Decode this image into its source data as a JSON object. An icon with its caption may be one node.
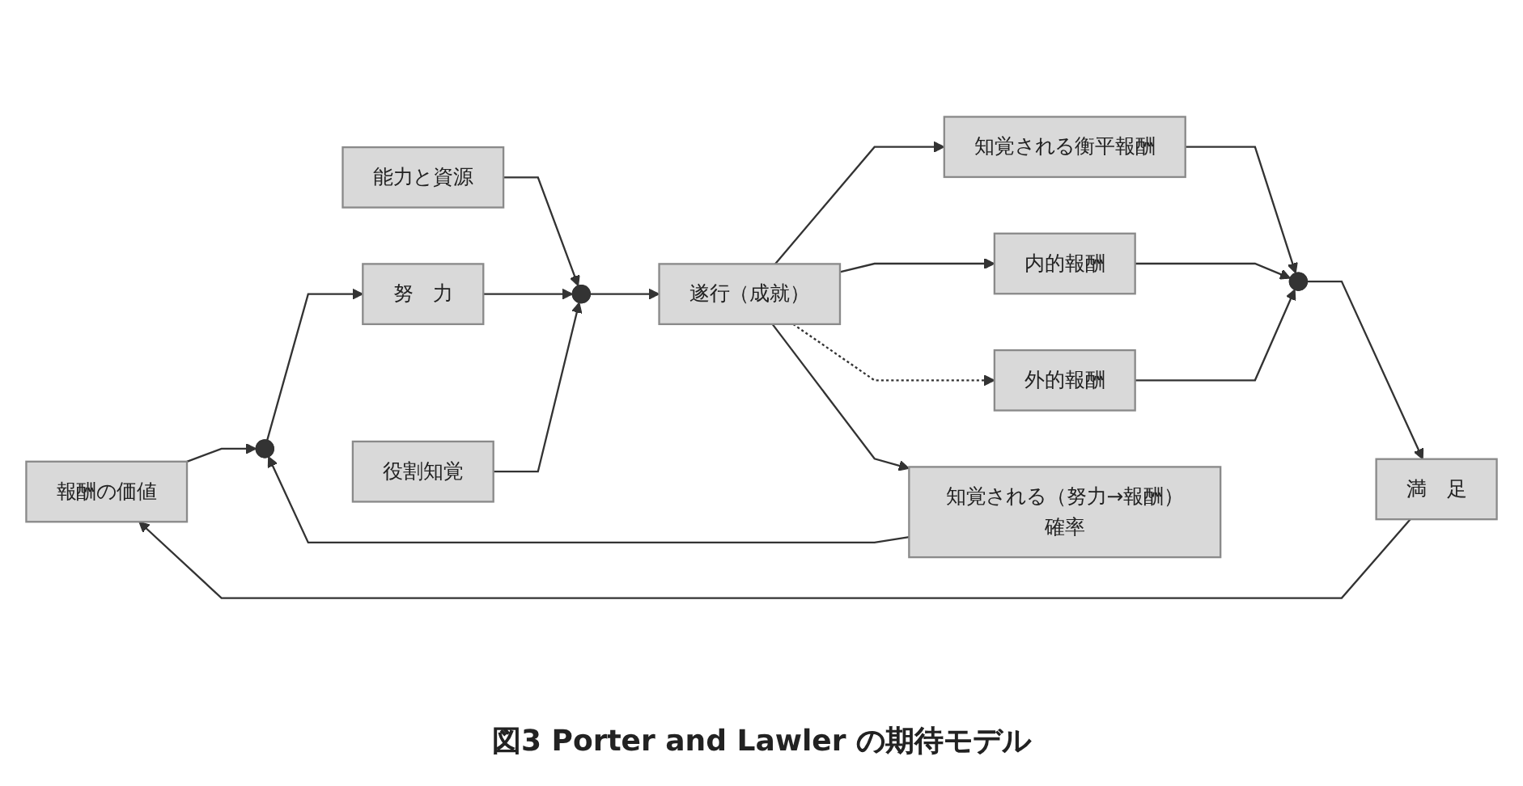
{
  "diagram": {
    "caption": "図3 Porter and Lawler の期待モデル",
    "nodes": [
      {
        "text": [
          "報酬の価値"
        ]
      },
      {
        "text": [
          "能力と資源"
        ]
      },
      {
        "text": [
          "知覚される衡平報酬"
        ]
      },
      {
        "text": [
          "内的報酬"
        ]
      },
      {
        "text": [],
        "shape": "point"
      },
      {
        "text": [
          "努　力"
        ]
      },
      {
        "text": [],
        "shape": "point"
      },
      {
        "text": [
          "遂行（成就）"
        ]
      },
      {
        "text": [],
        "shape": "point"
      },
      {
        "text": [
          "満　足"
        ]
      },
      {
        "text": [
          "知覚される（努力→報酬）確率"
        ]
      },
      {
        "text": [
          "役割知覚"
        ]
      },
      {
        "text": [
          "外的報酬"
        ]
      }
    ],
    "edges": [
      {
        "from": 0,
        "to": 4,
        "arrow": "to"
      },
      {
        "from": 10,
        "to": 4,
        "arrow": "to"
      },
      {
        "from": 4,
        "to": 5,
        "arrow": "to"
      },
      {
        "from": 1,
        "to": 6,
        "arrow": "to"
      },
      {
        "from": 11,
        "to": 6,
        "arrow": "to"
      },
      {
        "from": 5,
        "to": 6,
        "arrow": "to"
      },
      {
        "from": 6,
        "to": 7,
        "arrow": "to"
      },
      {
        "from": 7,
        "to": 2,
        "arrow": "to"
      },
      {
        "from": 7,
        "to": 3,
        "arrow": "to"
      },
      {
        "from": 7,
        "to": 12,
        "arrow": "to",
        "style": "dashed"
      },
      {
        "from": 7,
        "to": 10,
        "arrow": "to"
      },
      {
        "from": 2,
        "to": 8,
        "arrow": "to"
      },
      {
        "from": 3,
        "to": 8,
        "arrow": "to"
      },
      {
        "from": 12,
        "to": 8,
        "arrow": "to"
      },
      {
        "from": 8,
        "to": 9,
        "arrow": "to"
      },
      {
        "from": 9,
        "to": 0,
        "arrow": "to"
      }
    ]
  }
}
